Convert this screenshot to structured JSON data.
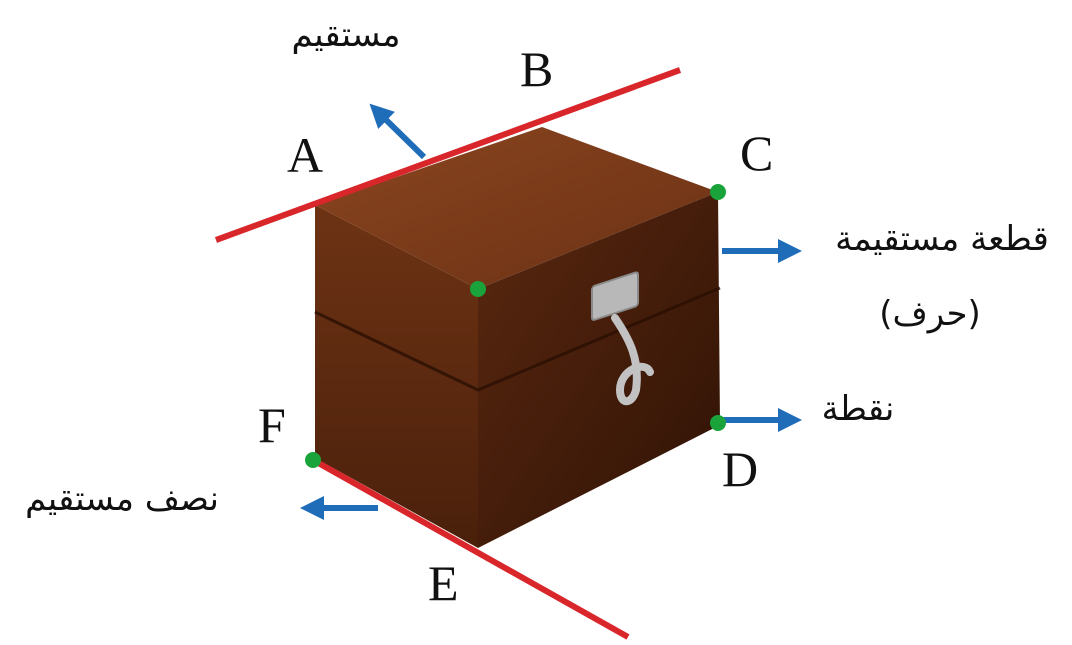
{
  "labels": {
    "line": "مستقيم",
    "segment": "قطعة مستقيمة",
    "edge": "(حرف)",
    "point": "نقطة",
    "ray": "نصف مستقيم"
  },
  "points": {
    "A": "A",
    "B": "B",
    "C": "C",
    "D": "D",
    "E": "E",
    "F": "F"
  },
  "colors": {
    "line_red": "#d9262b",
    "arrow_blue": "#1f6db8",
    "point_green": "#1aa33a",
    "box_top": "#7a3b1a",
    "box_front": "#5e2a10",
    "box_side": "#3f1a08"
  }
}
